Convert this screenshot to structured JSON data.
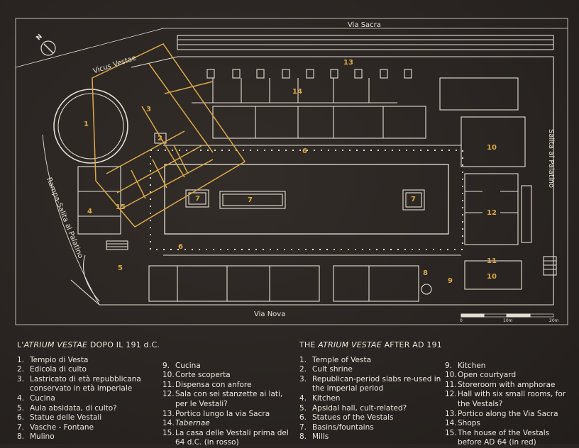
{
  "map": {
    "streets": {
      "top": "Via Sacra",
      "bottom": "Via Nova",
      "right": "Salita al Palatino",
      "left": "Rampa-Salita al Palatino",
      "upper_left": "Vicus Vestae"
    },
    "north_label": "N",
    "scale": {
      "zero": "0",
      "mid": "10m",
      "end": "20m"
    },
    "room_numbers": [
      "1",
      "2",
      "3",
      "4",
      "5",
      "6",
      "6",
      "7",
      "7",
      "7",
      "8",
      "9",
      "10",
      "10",
      "11",
      "12",
      "13",
      "14",
      "15"
    ]
  },
  "legend_it": {
    "title_pre": "L'",
    "title_em": "ATRIUM VESTAE",
    "title_post": " DOPO IL 191 d.C.",
    "col1": [
      {
        "n": "1.",
        "text": "Tempio di Vesta"
      },
      {
        "n": "2.",
        "text": "Edicola di culto"
      },
      {
        "n": "3.",
        "text": "Lastricato di età repubblicana conservato in età imperiale"
      },
      {
        "n": "4.",
        "text": "Cucina"
      },
      {
        "n": "5.",
        "text": "Aula absidata, di culto?"
      },
      {
        "n": "6.",
        "text": "Statue delle Vestali"
      },
      {
        "n": "7.",
        "text": "Vasche - Fontane"
      },
      {
        "n": "8.",
        "text": "Mulino"
      }
    ],
    "col2": [
      {
        "n": "9.",
        "text": "Cucina"
      },
      {
        "n": "10.",
        "text": "Corte scoperta"
      },
      {
        "n": "11.",
        "text": "Dispensa con anfore"
      },
      {
        "n": "12.",
        "text": "Sala con sei stanzette ai lati, per le Vestali?"
      },
      {
        "n": "13.",
        "text": "Portico lungo la via Sacra"
      },
      {
        "n": "14.",
        "text": "Tabernae"
      },
      {
        "n": "15.",
        "text": "La casa delle Vestali prima del 64 d.C. (in rosso)"
      }
    ]
  },
  "legend_en": {
    "title_pre": "THE ",
    "title_em": "ATRIUM VESTAE",
    "title_post": " AFTER AD 191",
    "col1": [
      {
        "n": "1.",
        "text": "Temple of Vesta"
      },
      {
        "n": "2.",
        "text": "Cult shrine"
      },
      {
        "n": "3.",
        "text": "Republican-period slabs re-used in the imperial period"
      },
      {
        "n": "4.",
        "text": "Kitchen"
      },
      {
        "n": "5.",
        "text": "Apsidal hall, cult-related?"
      },
      {
        "n": "6.",
        "text": "Statues of the Vestals"
      },
      {
        "n": "7.",
        "text": "Basins/fountains"
      },
      {
        "n": "8.",
        "text": "Mills"
      }
    ],
    "col2": [
      {
        "n": "9.",
        "text": "Kitchen"
      },
      {
        "n": "10.",
        "text": "Open courtyard"
      },
      {
        "n": "11.",
        "text": "Storeroom with amphorae"
      },
      {
        "n": "12.",
        "text": "Hall with six small rooms, for the Vestals?"
      },
      {
        "n": "13.",
        "text": "Portico along the Via Sacra"
      },
      {
        "n": "14.",
        "text": "Shops"
      },
      {
        "n": "15.",
        "text": "The house of the Vestals before AD 64 (in red)"
      }
    ]
  },
  "colors": {
    "background": "#2a2522",
    "lines": "#e8e3d6",
    "highlight": "#d9a94a"
  }
}
